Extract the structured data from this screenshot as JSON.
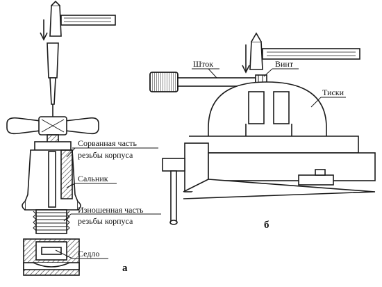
{
  "labels": {
    "torn_thread_1": "Сорванная часть",
    "torn_thread_2": "резьбы корпуса",
    "gland": "Сальник",
    "worn_thread_1": "Изношенная часть",
    "worn_thread_2": "резьбы корпуса",
    "seat": "Седло",
    "rod": "Шток",
    "screw": "Винт",
    "vise": "Тиски"
  },
  "captions": {
    "a": "а",
    "b": "б"
  },
  "colors": {
    "ink": "#1a1a1a",
    "paper": "#ffffff",
    "hatch": "#333333"
  }
}
